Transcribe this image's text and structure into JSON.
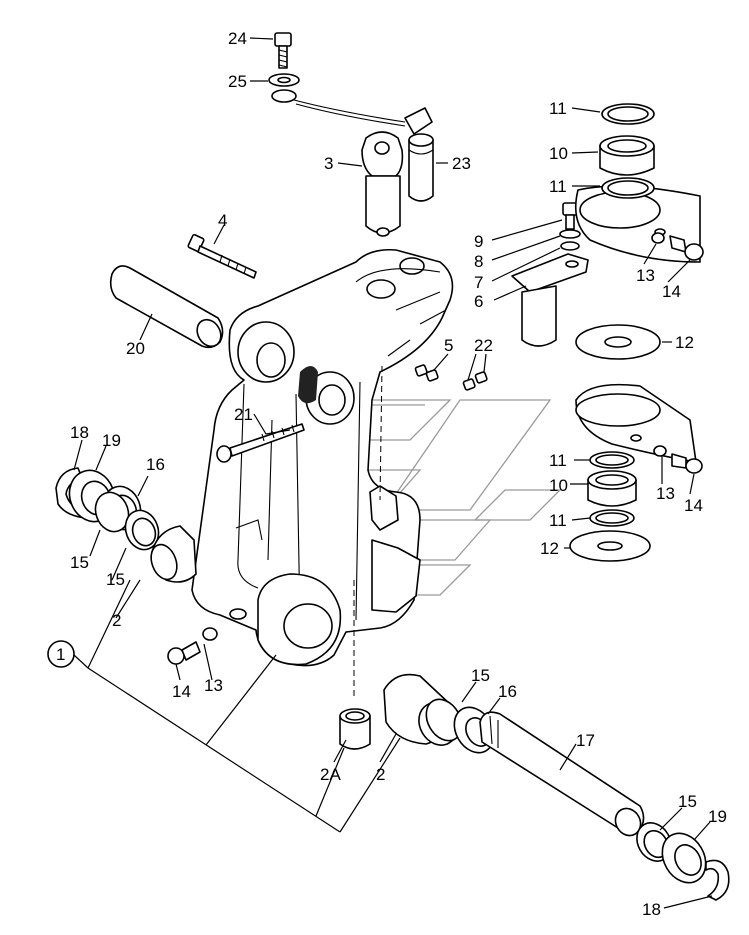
{
  "callouts": {
    "c24": "24",
    "c25": "25",
    "c3": "3",
    "c23": "23",
    "c4": "4",
    "c20": "20",
    "c11a": "11",
    "c10a": "10",
    "c11b": "11",
    "c9": "9",
    "c8": "8",
    "c7": "7",
    "c6": "6",
    "c13a": "13",
    "c14a": "14",
    "c12a": "12",
    "c5": "5",
    "c22": "22",
    "c21": "21",
    "c11c": "11",
    "c10b": "10",
    "c11d": "11",
    "c12b": "12",
    "c13b": "13",
    "c14b": "14",
    "c18a": "18",
    "c19a": "19",
    "c16a": "16",
    "c15a": "15",
    "c15b": "15",
    "c2a": "2",
    "c1": "1",
    "c14c": "14",
    "c13c": "13",
    "c2A": "2A",
    "c2b": "2",
    "c15c": "15",
    "c16b": "16",
    "c17": "17",
    "c15d": "15",
    "c19b": "19",
    "c18b": "18"
  }
}
